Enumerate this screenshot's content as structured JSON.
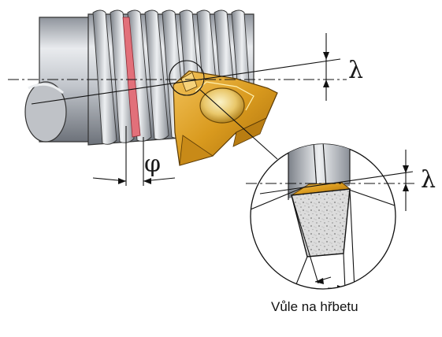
{
  "labels": {
    "lambda_main": "λ",
    "lambda_detail": "λ",
    "phi": "φ",
    "caption": "Vůle na hřbetu"
  },
  "colors": {
    "steel_light": "#e6e8ec",
    "steel_mid": "#aeb3bb",
    "steel_dark": "#6e737b",
    "insert_gold": "#d99a1e",
    "insert_gold_dark": "#a86d0c",
    "red_flank": "#e2707a"
  }
}
